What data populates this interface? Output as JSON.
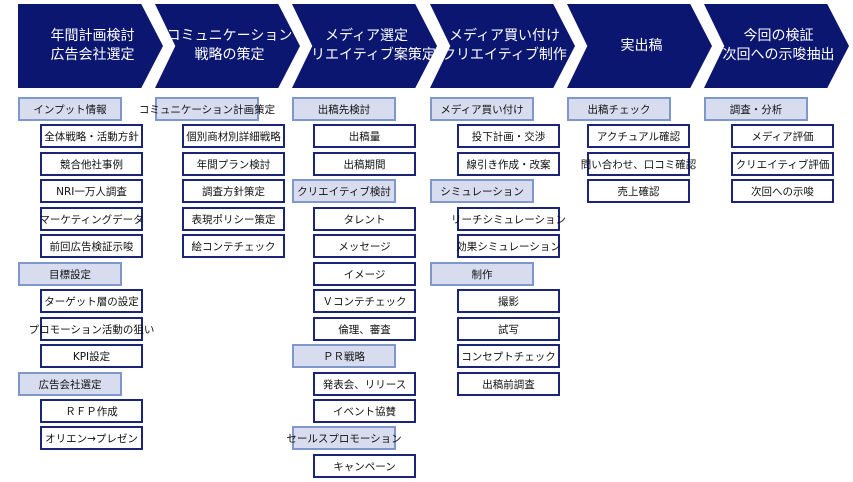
{
  "colors": {
    "header": "#0b1670",
    "label_bg": "#d7ddef",
    "label_border": "#7f98cc",
    "item_border": "#1a2478"
  },
  "columns": [
    {
      "header": "年間計画検討\n広告会社選定",
      "entries": [
        {
          "type": "label",
          "text": "インプット情報"
        },
        {
          "type": "item",
          "text": "全体戦略・活動方針"
        },
        {
          "type": "item",
          "text": "競合他社事例"
        },
        {
          "type": "item",
          "text": "NRI一万人調査"
        },
        {
          "type": "item",
          "text": "マーケティングデータ"
        },
        {
          "type": "item",
          "text": "前回広告検証示唆"
        },
        {
          "type": "label",
          "text": "目標設定"
        },
        {
          "type": "item",
          "text": "ターゲット層の設定"
        },
        {
          "type": "item",
          "text": "プロモーション活動の狙い"
        },
        {
          "type": "item",
          "text": "KPI設定"
        },
        {
          "type": "label",
          "text": "広告会社選定"
        },
        {
          "type": "item",
          "text": "ＲＦＰ作成"
        },
        {
          "type": "item",
          "text": "オリエン→プレゼン"
        }
      ]
    },
    {
      "header": "コミュニケーション\n戦略の策定",
      "entries": [
        {
          "type": "label",
          "text": "コミュニケーション計画策定"
        },
        {
          "type": "item",
          "text": "個別商材別詳細戦略"
        },
        {
          "type": "item",
          "text": "年間プラン検討"
        },
        {
          "type": "item",
          "text": "調査方針策定"
        },
        {
          "type": "item",
          "text": "表現ポリシー策定"
        },
        {
          "type": "item",
          "text": "絵コンテチェック"
        }
      ]
    },
    {
      "header": "メディア選定\nクリエイティブ案策定",
      "entries": [
        {
          "type": "label",
          "text": "出稿先検討"
        },
        {
          "type": "item",
          "text": "出稿量"
        },
        {
          "type": "item",
          "text": "出稿期間"
        },
        {
          "type": "label",
          "text": "クリエイティブ検討"
        },
        {
          "type": "item",
          "text": "タレント"
        },
        {
          "type": "item",
          "text": "メッセージ"
        },
        {
          "type": "item",
          "text": "イメージ"
        },
        {
          "type": "item",
          "text": "Ｖコンテチェック"
        },
        {
          "type": "item",
          "text": "倫理、審査"
        },
        {
          "type": "label",
          "text": "ＰＲ戦略"
        },
        {
          "type": "item",
          "text": "発表会、リリース"
        },
        {
          "type": "item",
          "text": "イベント協賛"
        },
        {
          "type": "label",
          "text": "セールスプロモーション"
        },
        {
          "type": "item",
          "text": "キャンペーン"
        }
      ]
    },
    {
      "header": "メディア買い付け\nクリエイティブ制作",
      "entries": [
        {
          "type": "label",
          "text": "メディア買い付け"
        },
        {
          "type": "item",
          "text": "投下計画・交渉"
        },
        {
          "type": "item",
          "text": "線引き作成・改案"
        },
        {
          "type": "label",
          "text": "シミュレーション"
        },
        {
          "type": "item",
          "text": "リーチシミュレーション"
        },
        {
          "type": "item",
          "text": "効果シミュレーション"
        },
        {
          "type": "label",
          "text": "制作"
        },
        {
          "type": "item",
          "text": "撮影"
        },
        {
          "type": "item",
          "text": "試写"
        },
        {
          "type": "item",
          "text": "コンセプトチェック"
        },
        {
          "type": "item",
          "text": "出稿前調査"
        }
      ]
    },
    {
      "header": "実出稿",
      "entries": [
        {
          "type": "label",
          "text": "出稿チェック"
        },
        {
          "type": "item",
          "text": "アクチュアル確認"
        },
        {
          "type": "item",
          "text": "問い合わせ、口コミ確認"
        },
        {
          "type": "item",
          "text": "売上確認"
        }
      ]
    },
    {
      "header": "今回の検証\n次回への示唆抽出",
      "entries": [
        {
          "type": "label",
          "text": "調査・分析"
        },
        {
          "type": "item",
          "text": "メディア評価"
        },
        {
          "type": "item",
          "text": "クリエイティブ評価"
        },
        {
          "type": "item",
          "text": "次回への示唆"
        }
      ]
    }
  ]
}
